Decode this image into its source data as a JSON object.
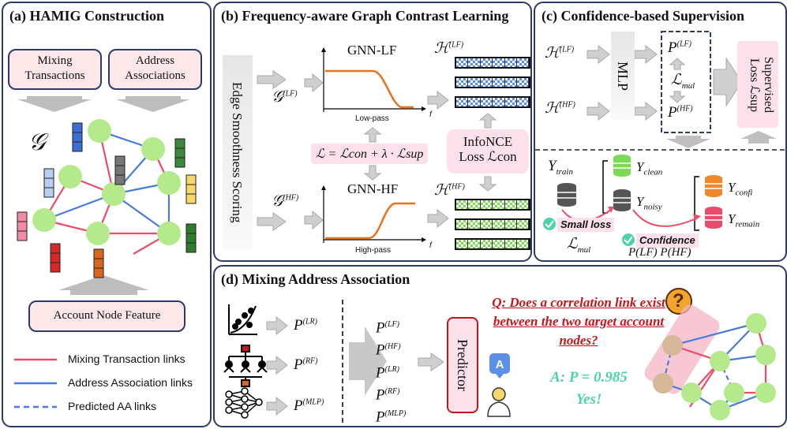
{
  "panel_a": {
    "title": "(a) HAMIG Construction",
    "box_mixing": "Mixing Transactions",
    "box_address": "Address Associations",
    "graph_symbol": "𝒢",
    "box_account": "Account Node Feature",
    "legend": [
      "Mixing Transaction links",
      "Address Association links",
      "Predicted AA links"
    ],
    "colors": {
      "mixing_link": "#e94f6b",
      "address_link": "#4a7bd9",
      "node": "#b5ea8c",
      "arrow": "#b9b9b9"
    }
  },
  "panel_b": {
    "title": "(b) Frequency-aware Graph Contrast Learning",
    "edge_scoring": "Edge Smoothness Scoring",
    "g_lf": "𝒢",
    "g_lf_sup": "(LF)",
    "g_hf": "𝒢",
    "g_hf_sup": "(HF)",
    "gnn_lf": "GNN-LF",
    "gnn_hf": "GNN-HF",
    "low_pass": "Low-pass",
    "high_pass": "High-pass",
    "axis_f": "f",
    "h_lf": "ℋ",
    "h_lf_sup": "(LF)",
    "h_hf": "ℋ",
    "h_hf_sup": "(HF)",
    "loss_formula": "ℒ = ℒcon + λ · ℒsup",
    "infonce_line1": "InfoNCE",
    "infonce_line2": "Loss ℒcon",
    "colors": {
      "curve": "#e8731f",
      "lf_pattern": "#5b8fe8",
      "hf_pattern": "#7ed957",
      "formula_bg": "#fde1ea"
    }
  },
  "panel_c": {
    "title": "(c) Confidence-based Supervision",
    "h_lf": "ℋ",
    "h_lf_sup": "(LF)",
    "h_hf": "ℋ",
    "h_hf_sup": "(HF)",
    "mlp": "MLP",
    "p_lf": "P",
    "p_lf_sup": "(LF)",
    "l_mul": "ℒ",
    "l_mul_sub": "mul",
    "p_hf": "P",
    "p_hf_sup": "(HF)",
    "supervised_loss": "Supervised Loss ℒsup",
    "y_train": "Y",
    "y_train_sub": "train",
    "y_clean": "Y",
    "y_clean_sub": "clean",
    "y_noisy": "Y",
    "y_noisy_sub": "noisy",
    "y_confi": "Y",
    "y_confi_sub": "confi",
    "y_remain": "Y",
    "y_remain_sub": "remain",
    "small_loss": "Small loss",
    "l_mul_bottom": "ℒ",
    "l_mul_bottom_sub": "mul",
    "confidence": "Confidence",
    "p_pair": "P(LF) P(HF)",
    "colors": {
      "clean_db": "#7ed957",
      "confi_db": "#f0892c",
      "remain_db": "#e84b6b",
      "gray_db": "#555555"
    }
  },
  "panel_d": {
    "title": "(d) Mixing Address Association",
    "p_lr": "P",
    "p_lr_sup": "(LR)",
    "p_rf": "P",
    "p_rf_sup": "(RF)",
    "p_mlp": "P",
    "p_mlp_sup": "(MLP)",
    "stack": [
      {
        "sym": "P",
        "sup": "(LF)"
      },
      {
        "sym": "P",
        "sup": "(HF)"
      },
      {
        "sym": "P",
        "sup": "(LR)"
      },
      {
        "sym": "P",
        "sup": "(RF)"
      },
      {
        "sym": "P",
        "sup": "(MLP)"
      }
    ],
    "predictor": "Predictor",
    "question": "Q: Does a correlation link exist between the two target account nodes?",
    "answer_line1": "A: P = 0.985",
    "answer_line2": "Yes!",
    "question_mark": "?"
  }
}
